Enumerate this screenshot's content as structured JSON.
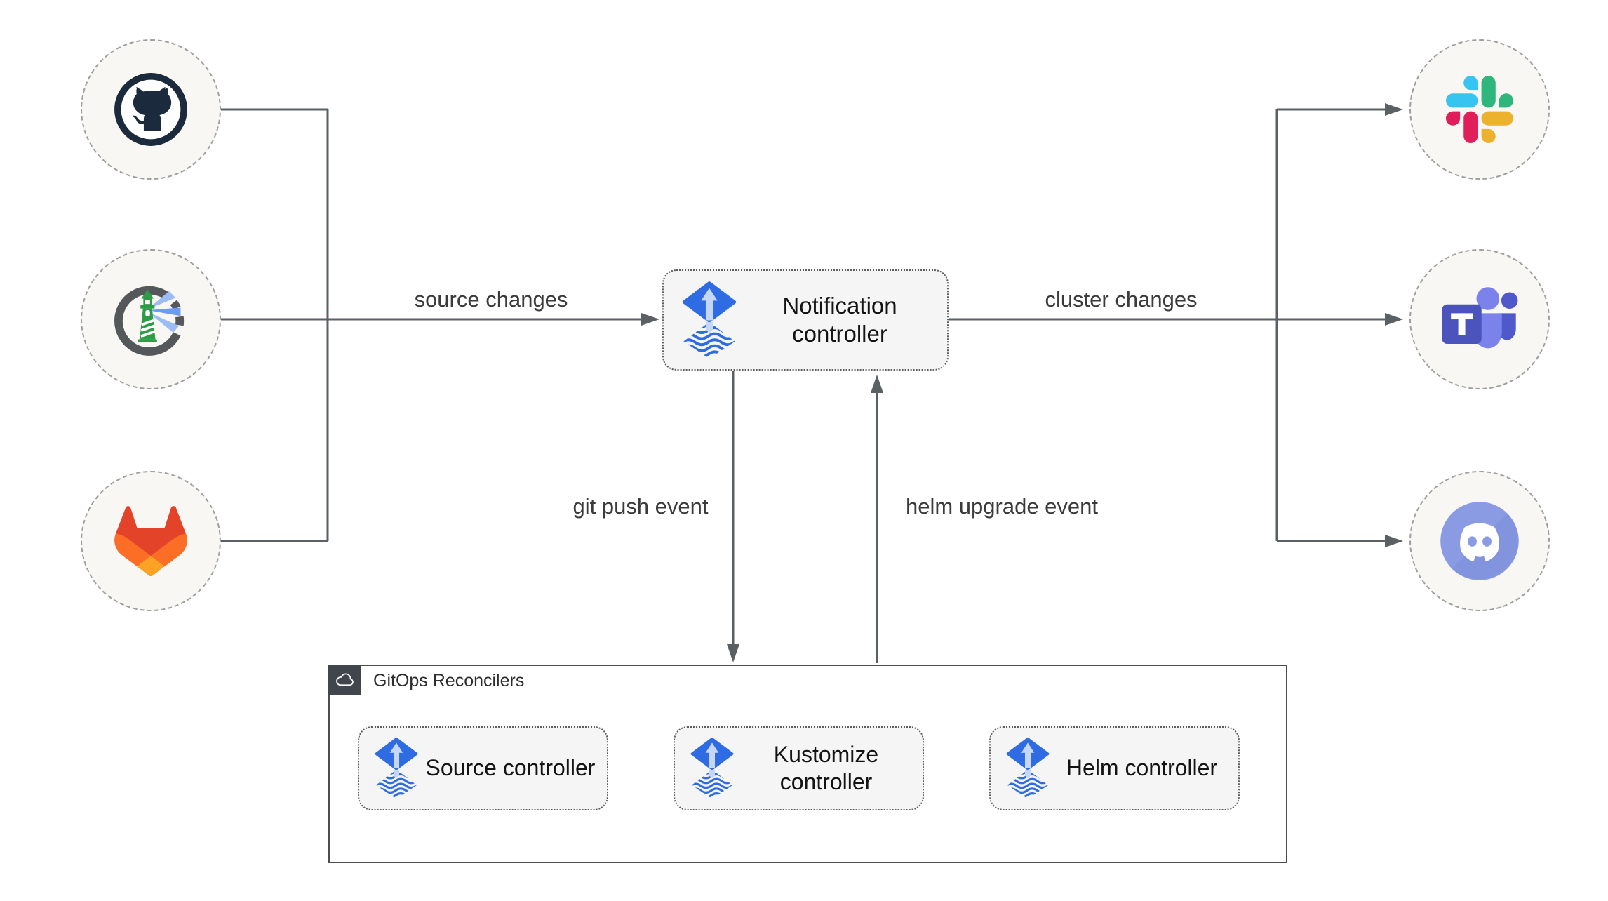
{
  "nodes": {
    "sources": [
      {
        "icon": "github-icon"
      },
      {
        "icon": "harbor-icon"
      },
      {
        "icon": "gitlab-icon"
      }
    ],
    "notification": {
      "icon": "flux-icon",
      "label": "Notification controller"
    },
    "targets": [
      {
        "icon": "slack-icon"
      },
      {
        "icon": "teams-icon"
      },
      {
        "icon": "discord-icon"
      }
    ]
  },
  "edges": {
    "source_changes": {
      "label": "source changes"
    },
    "cluster_changes": {
      "label": "cluster changes"
    },
    "git_push": {
      "label": "git push event"
    },
    "helm_upgrade": {
      "label": "helm upgrade event"
    }
  },
  "reconcilers": {
    "title": "GitOps Reconcilers",
    "icon": "cloud-icon",
    "boxes": [
      {
        "icon": "flux-icon",
        "label": "Source controller"
      },
      {
        "icon": "flux-icon",
        "label": "Kustomize controller"
      },
      {
        "icon": "flux-icon",
        "label": "Helm controller"
      }
    ]
  },
  "colors": {
    "flux_blue": "#2f6ce3",
    "flux_arrow_light": "#c6d6f7",
    "connector_line": "#5a6063",
    "edge_label_text": "#3b3b3b",
    "box_fill": "#f5f5f5",
    "box_border": "#5e5e5e",
    "circle_fill": "#f8f7f4",
    "circle_border": "#9e9e9e",
    "container_border": "#4d4d4d",
    "container_tab": "#40464b",
    "github_dark": "#1b2a3c",
    "harbor_gray": "#55585a",
    "harbor_green": "#2e9b47",
    "harbor_beam": "#6d9cee",
    "gitlab_red": "#e24329",
    "gitlab_orange": "#fc6d26",
    "gitlab_yellow": "#fca326",
    "slack_blue": "#36c5f0",
    "slack_green": "#2eb67d",
    "slack_yellow": "#ecb22e",
    "slack_red": "#e01e5a",
    "teams_dark": "#4b53bc",
    "teams_mid": "#5059c9",
    "teams_light": "#7b83eb",
    "discord_blurple": "#8b9be3"
  }
}
